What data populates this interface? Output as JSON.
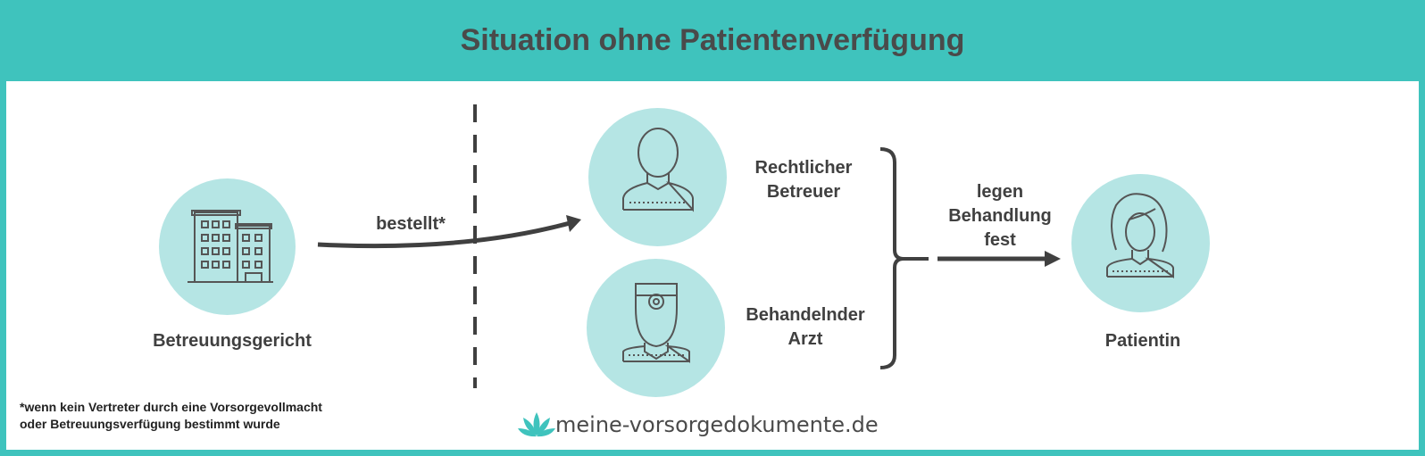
{
  "title": "Situation ohne Patientenverfügung",
  "nodes": {
    "court": {
      "label": "Betreuungsgericht",
      "icon": "building-icon"
    },
    "guardian": {
      "label": "Rechtlicher\nBetreuer",
      "icon": "person-icon"
    },
    "doctor": {
      "label": "Behandelnder\nArzt",
      "icon": "doctor-icon"
    },
    "patient": {
      "label": "Patientin",
      "icon": "female-patient-icon"
    }
  },
  "edges": {
    "appoints": "bestellt*",
    "decide": "legen\nBehandlung\nfest"
  },
  "footnote": "*wenn kein Vertreter durch eine Vorsorgevollmacht\noder Betreuungsverfügung bestimmt wurde",
  "brand": "meine-vorsorgedokumente.de",
  "colors": {
    "accent": "#3fc3bd",
    "circle": "#b5e5e4",
    "text": "#404040"
  }
}
